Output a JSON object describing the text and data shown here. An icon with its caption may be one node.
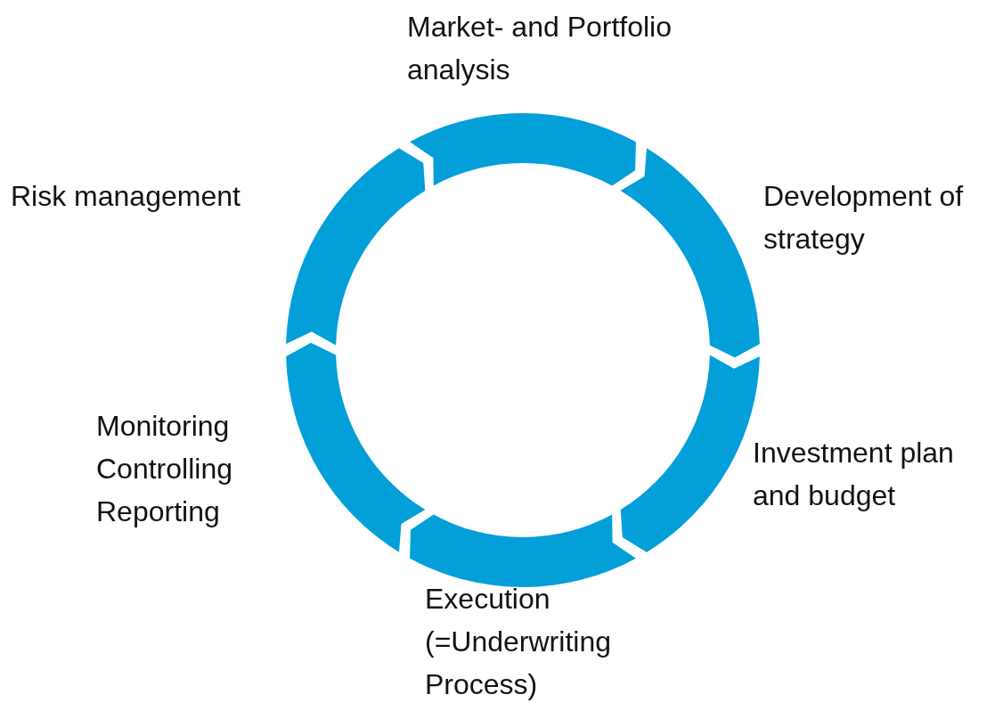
{
  "diagram": {
    "nodes": [
      {
        "text": [
          "Market- and Portfolio analysis"
        ]
      },
      {
        "text": [
          "Development of strategy"
        ]
      },
      {
        "text": [
          "Investment plan and budget"
        ]
      },
      {
        "text": [
          "Execution (=Underwriting Process)"
        ]
      },
      {
        "text": [
          "Monitoring Controlling Reporting"
        ]
      },
      {
        "text": [
          "Risk management"
        ]
      }
    ]
  }
}
